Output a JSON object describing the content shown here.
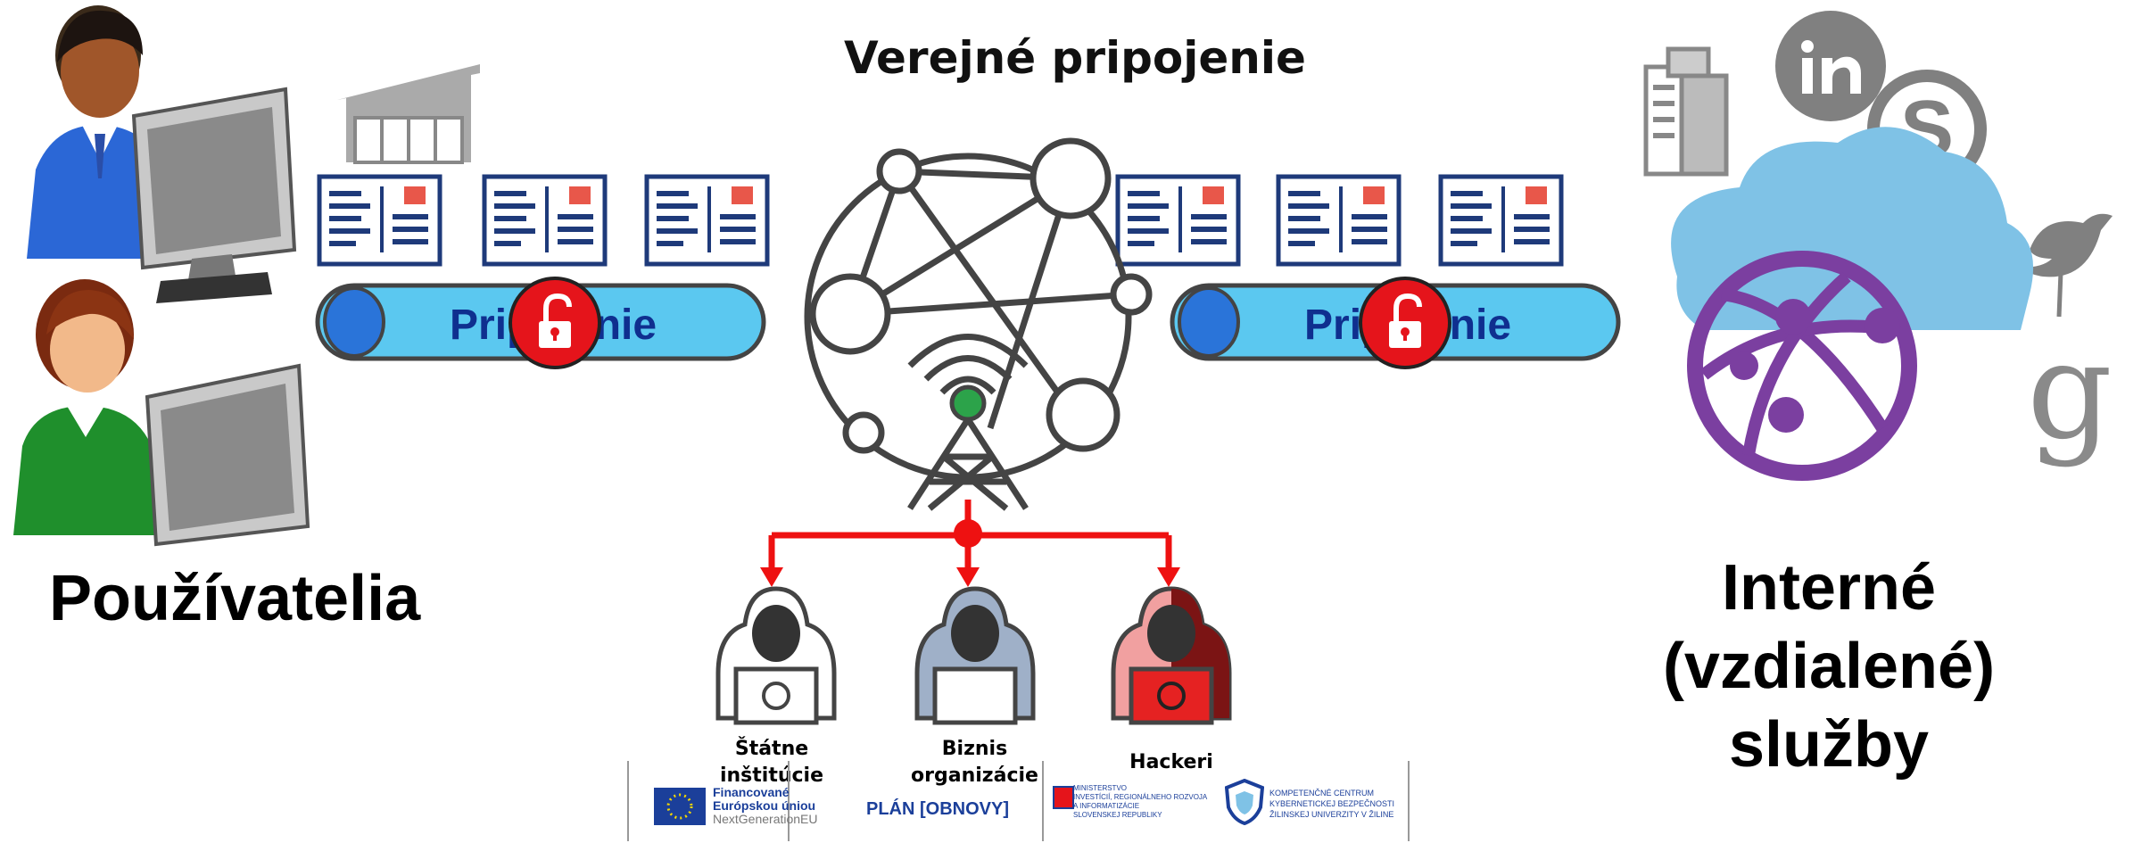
{
  "title": "Verejné pripojenie",
  "users_label": "Používatelia",
  "services_label": [
    "Interné",
    "(vzdialené)",
    "služby"
  ],
  "tunnel_label": "Pripojenie",
  "observers": [
    {
      "label_lines": [
        "Štátne",
        "inštitúcie"
      ]
    },
    {
      "label_lines": [
        "Biznis",
        "organizácie"
      ]
    },
    {
      "label_lines": [
        "Hackeri"
      ]
    }
  ],
  "logos": {
    "eu": {
      "line1": "Financované",
      "line2": "Európskou úniou",
      "line3": "NextGenerationEU"
    },
    "plan": {
      "text": "PLÁN",
      "bracket_text": "OBNOVY"
    },
    "ministry": {
      "line1": "MINISTERSTVO",
      "line2": "INVESTÍCIÍ, REGIONÁLNEHO ROZVOJA",
      "line3": "A INFORMATIZÁCIE",
      "line4": "SLOVENSKEJ REPUBLIKY"
    },
    "kc": {
      "line1": "KOMPETENČNÉ CENTRUM",
      "line2": "KYBERNETICKEJ BEZPEČNOSTI",
      "line3": "ŽILINSKEJ UNIVERZITY V ŽILINE"
    }
  },
  "service_icons": [
    "building-icon",
    "linkedin-icon",
    "skype-icon",
    "twitter-icon",
    "google-icon",
    "cloud-globe-icon"
  ],
  "colors": {
    "tunnel": "#5bc8f0",
    "tunnel_cap": "#2a74d9",
    "lock": "#e5141b",
    "eavesdrop": "#ee1111",
    "hacker": "#e52222",
    "business": "#9fb0c8",
    "globe": "#7b3fa0",
    "cloud": "#7fc2e6"
  }
}
